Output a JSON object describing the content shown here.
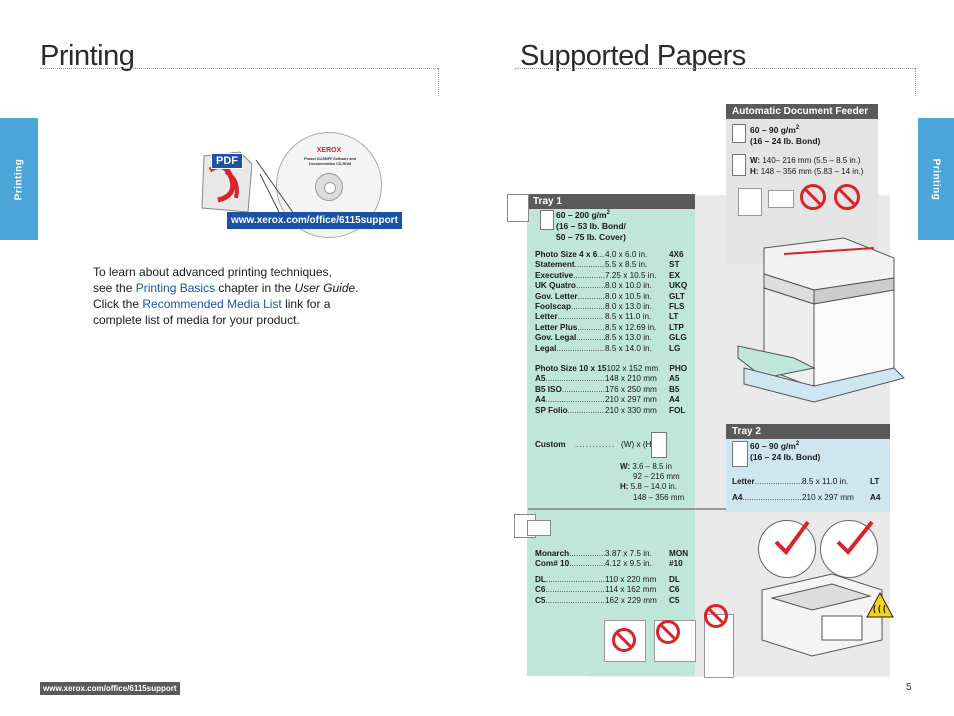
{
  "left_page": {
    "title": "Printing",
    "side_tab": "Printing",
    "pdf_label": "PDF",
    "cd": {
      "brand": "XEROX",
      "title": "Phaser 6115MFP Software and Documentation CD-ROM"
    },
    "url_button": "www.xerox.com/office/6115support",
    "body": {
      "line1": "To learn about advanced printing techniques,",
      "line2_pre": "see the ",
      "line2_link": "Printing Basics",
      "line2_mid": " chapter in the ",
      "line2_italic": "User Guide",
      "line2_post": ".",
      "line3_pre": "Click the ",
      "line3_link": "Recommended Media List",
      "line3_post": " link for a",
      "line4": "complete list of media for your product."
    },
    "footer_url": "www.xerox.com/office/6115support"
  },
  "right_page": {
    "title": "Supported Papers",
    "side_tab": "Printing",
    "page_number": "5",
    "adf": {
      "label": "Automatic Document Feeder",
      "weight_line1": "60 – 90 g/m",
      "weight_sup": "2",
      "weight_line2": "(16 – 24 lb. Bond)",
      "w_label": "W:",
      "w_value": "140– 216 mm (5.5 – 8.5 in.)",
      "h_label": "H:",
      "h_value": "148 – 356 mm (5.83 – 14 in.)"
    },
    "tray1": {
      "label": "Tray 1",
      "weight_line1": "60 – 200 g/m",
      "weight_sup": "2",
      "weight_line2": "(16 – 53 lb. Bond/",
      "weight_line3": "50 – 75 lb. Cover)",
      "group1": [
        {
          "name": "Photo Size 4 x 6",
          "dots": "........",
          "size": "4.0 x 6.0 in.",
          "code": "4X6"
        },
        {
          "name": "Statement",
          "dots": "................",
          "size": "5.5 x 8.5 in.",
          "code": "ST"
        },
        {
          "name": "Executive",
          "dots": "...............",
          "size": "7.25 x 10.5 in.",
          "code": "EX"
        },
        {
          "name": "UK Quatro",
          "dots": "...............",
          "size": "8.0 x 10.0 in.",
          "code": "UKQ"
        },
        {
          "name": "Gov. Letter",
          "dots": ".............",
          "size": "8.0 x 10.5 in.",
          "code": "GLT"
        },
        {
          "name": "Foolscap",
          "dots": "................",
          "size": "8.0 x 13.0 in.",
          "code": "FLS"
        },
        {
          "name": "Letter",
          "dots": "....................",
          "size": "8.5 x 11.0 in.",
          "code": "LT"
        },
        {
          "name": "Letter Plus",
          "dots": "..............",
          "size": "8.5 x 12.69 in.",
          "code": "LTP"
        },
        {
          "name": "Gov. Legal",
          "dots": "..............",
          "size": "8.5 x 13.0 in.",
          "code": "GLG"
        },
        {
          "name": "Legal",
          "dots": "......................",
          "size": "8.5 x 14.0 in.",
          "code": "LG"
        }
      ],
      "group2": [
        {
          "name": "Photo Size 10 x 15",
          "dots": "...",
          "size": "102 x 152 mm",
          "code": "PHO"
        },
        {
          "name": "A5",
          "dots": "...........................",
          "size": "148 x 210 mm",
          "code": "A5"
        },
        {
          "name": "B5 ISO",
          "dots": "....................",
          "size": "176 x 250 mm",
          "code": "B5"
        },
        {
          "name": "A4",
          "dots": "...........................",
          "size": "210 x 297 mm",
          "code": "A4"
        },
        {
          "name": "SP Folio",
          "dots": "..................",
          "size": "210 x 330 mm",
          "code": "FOL"
        }
      ],
      "custom": {
        "name": "Custom",
        "dots": "....................",
        "size": "(W) x (H)"
      },
      "custom_w": {
        "label": "W:",
        "line1": "3.6 – 8.5 in",
        "line2": "92 – 216 mm"
      },
      "custom_h": {
        "label": "H:",
        "line1": "5.8 – 14.0 in.",
        "line2": "148 – 356 mm"
      },
      "envelopes1": [
        {
          "name": "Monarch",
          "dots": ".................",
          "size": "3.87 x 7.5 in.",
          "code": "MON"
        },
        {
          "name": "Com# 10",
          "dots": "..................",
          "size": "4.12 x 9.5 in.",
          "code": "#10"
        }
      ],
      "envelopes2": [
        {
          "name": "DL",
          "dots": "...........................",
          "size": "110 x 220 mm",
          "code": "DL"
        },
        {
          "name": "C6",
          "dots": "...........................",
          "size": "114 x 162 mm",
          "code": "C6"
        },
        {
          "name": "C5",
          "dots": "...........................",
          "size": "162 x 229 mm",
          "code": "C5"
        }
      ]
    },
    "tray2": {
      "label": "Tray 2",
      "weight_line1": "60 – 90 g/m",
      "weight_sup": "2",
      "weight_line2": "(16 – 24 lb. Bond)",
      "rows": [
        {
          "name": "Letter",
          "dots": ".......................",
          "size": "8.5 x 11.0 in.",
          "code": "LT"
        },
        {
          "name": "A4",
          "dots": "...........................",
          "size": "210 x 297 mm",
          "code": "A4"
        }
      ]
    },
    "colors": {
      "green": "#bfe6d8",
      "light_blue": "#cde6f2",
      "tab_blue": "#4aa6d8",
      "link_blue": "#1a53a6",
      "warning_red": "#d8232a"
    }
  }
}
